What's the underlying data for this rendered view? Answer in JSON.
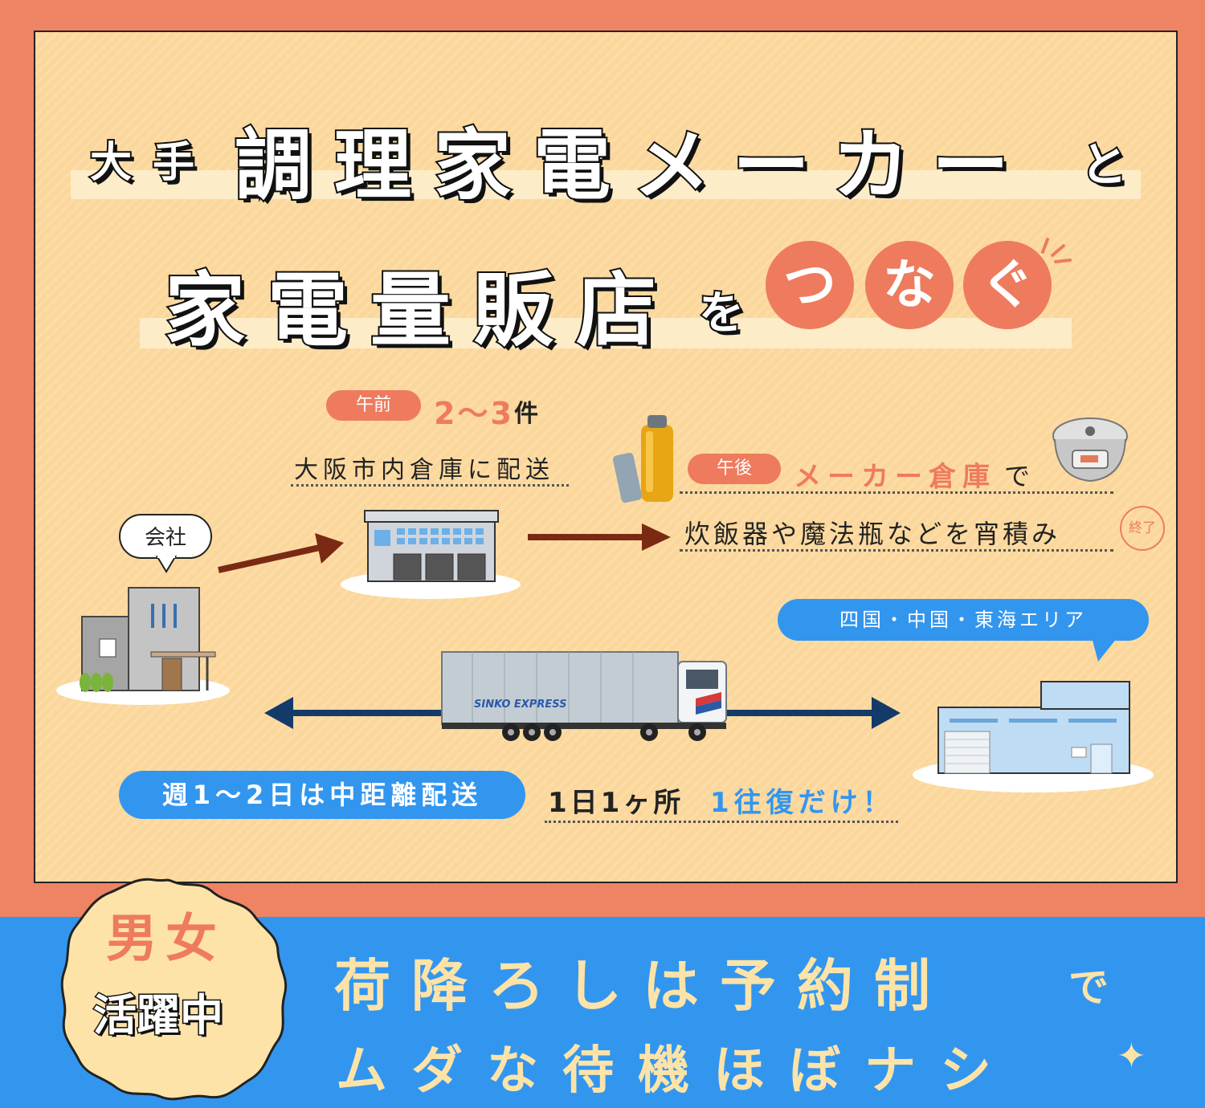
{
  "headline": {
    "line1_small_a": "大",
    "line1_small_b": "手",
    "line1_main": "調理家電メーカー",
    "line1_tail": "と",
    "line2_main": "家電量販店",
    "line2_particle": "を",
    "line2_circles": [
      "つ",
      "な",
      "ぐ"
    ]
  },
  "morning": {
    "badge": "午前",
    "count": "2～3",
    "count_unit": "件",
    "desc": "大阪市内倉庫に配送"
  },
  "afternoon": {
    "badge": "午後",
    "place": "メーカー倉庫",
    "particle": "で",
    "desc": "炊飯器や魔法瓶などを宵積み",
    "end_stamp": "終了"
  },
  "company_bubble": "会社",
  "area_bubble": "四国・中国・東海エリア",
  "truck_logo": "SINKO EXPRESS",
  "weekly_pill": "週1～2日は中距離配送",
  "trip": {
    "text": "1日1ヶ所",
    "highlight": "1往復だけ！"
  },
  "badge": {
    "line1_a": "男",
    "line1_b": "女",
    "line2": "活躍中"
  },
  "bottom": {
    "line1_main": "荷降ろしは予約制",
    "line1_tail": "で",
    "line2": "ムダな待機ほぼナシ",
    "sparkle": "✦"
  },
  "colors": {
    "frame": "#ee8464",
    "panel": "#fbd79b",
    "accent_orange": "#ee7b5d",
    "accent_blue": "#3296ef",
    "bottom_text": "#fde3a8",
    "arrow_brown": "#7a2a12",
    "arrow_navy": "#143a6a"
  }
}
